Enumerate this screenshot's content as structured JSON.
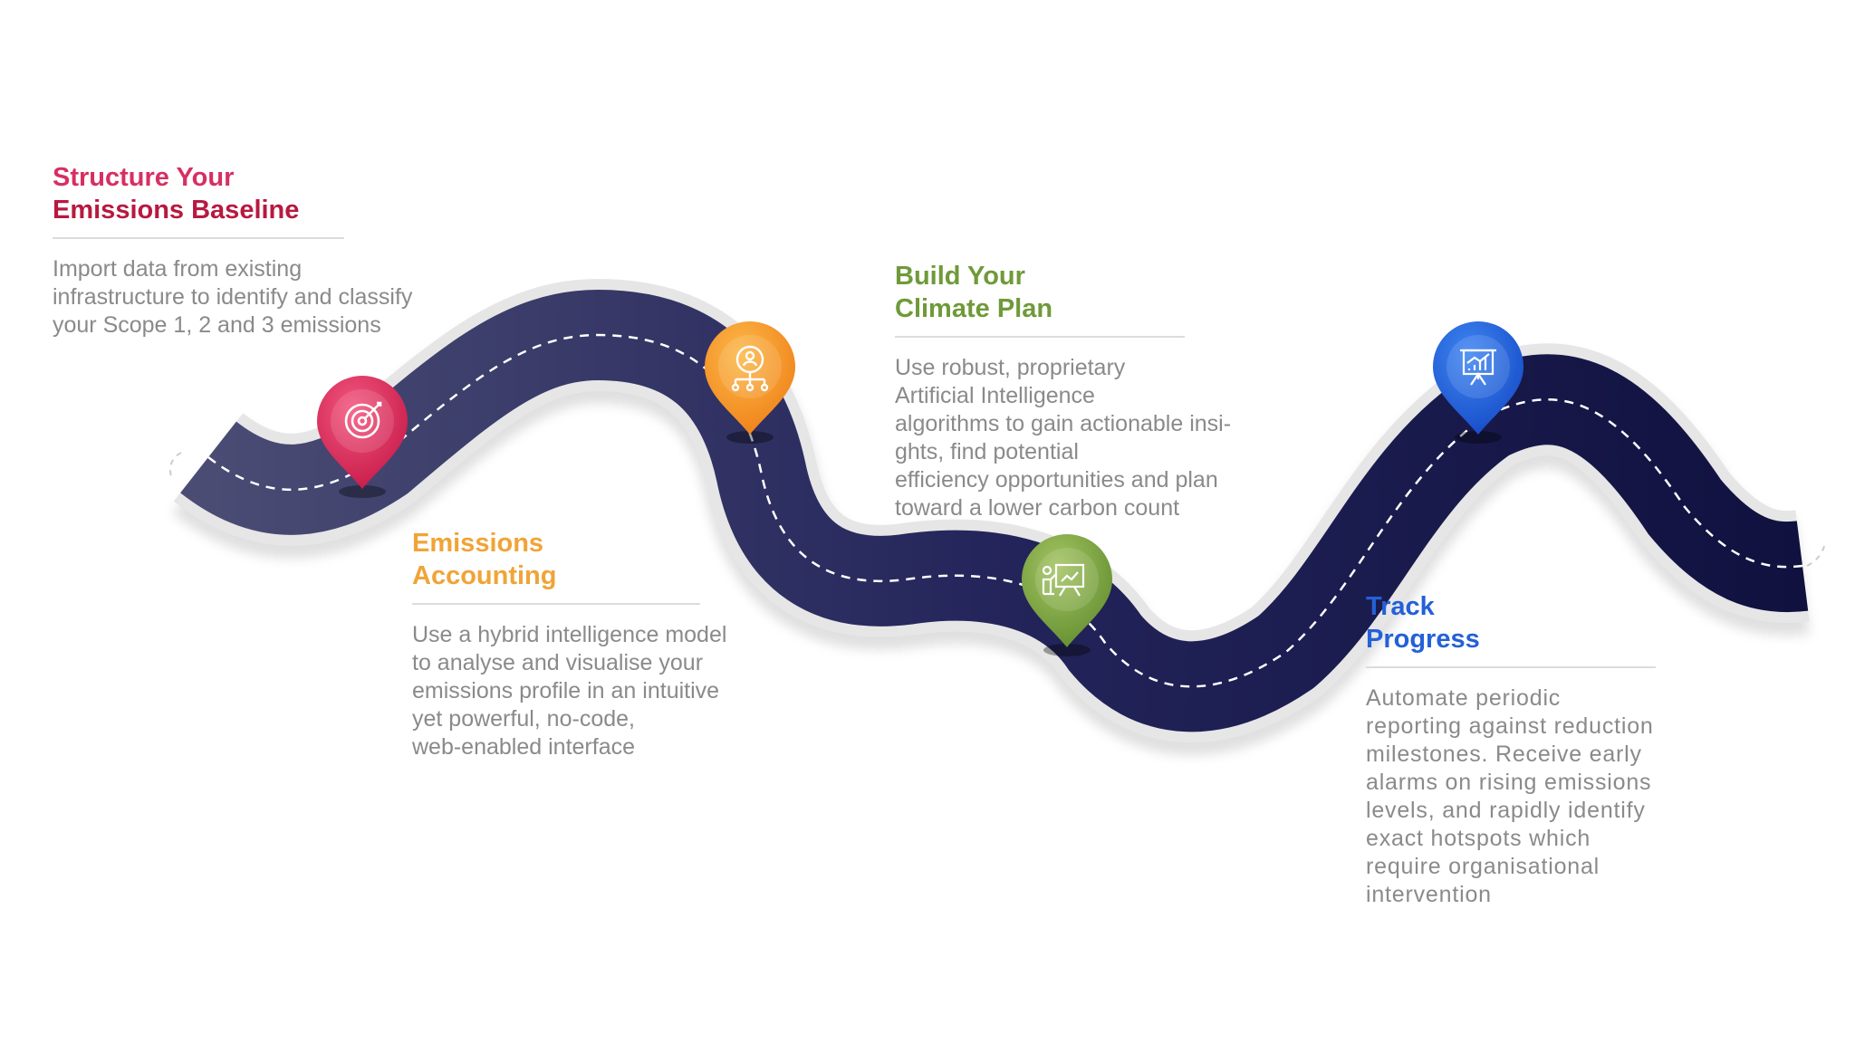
{
  "steps": [
    {
      "title_lines": [
        "Structure Your",
        "Emissions Baseline"
      ],
      "body_lines": [
        "Import data from existing",
        "infrastructure to identify and classify",
        "your Scope 1, 2 and 3 emissions"
      ],
      "color": "#d72f63",
      "icon": "target-icon"
    },
    {
      "title_lines": [
        "Emissions",
        "Accounting"
      ],
      "body_lines": [
        "Use a hybrid intelligence model",
        "to analyse and visualise your",
        "emissions profile in an intuitive",
        "yet powerful, no-code,",
        "web-enabled interface"
      ],
      "color": "#f39a1e",
      "icon": "network-user-icon"
    },
    {
      "title_lines": [
        "Build Your",
        "Climate Plan"
      ],
      "body_lines": [
        "Use robust, proprietary",
        "Artificial Intelligence",
        "algorithms to gain actionable insi-",
        "ghts, find potential",
        "efficiency opportunities and plan",
        "toward a lower carbon count"
      ],
      "color": "#7ba13a",
      "icon": "presentation-icon"
    },
    {
      "title_lines": [
        "Track",
        "Progress"
      ],
      "body_lines": [
        "Automate periodic",
        "reporting against reduction",
        "milestones. Receive early",
        "alarms on rising emissions",
        "levels, and rapidly identify",
        "exact hotspots which",
        "require organisational",
        "intervention"
      ],
      "color": "#2a6ce0",
      "icon": "chart-board-icon"
    }
  ]
}
